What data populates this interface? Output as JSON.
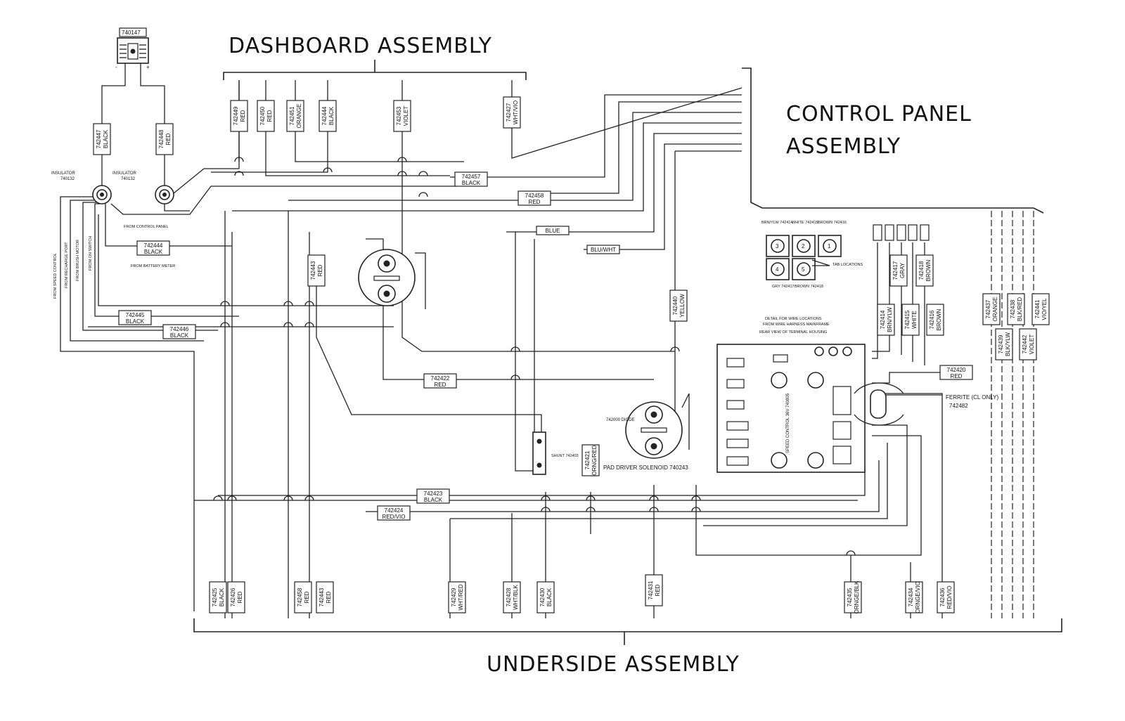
{
  "titles": {
    "dashboard": "DASHBOARD ASSEMBLY",
    "control_panel_line1": "CONTROL PANEL",
    "control_panel_line2": "ASSEMBLY",
    "underside": "UNDERSIDE ASSEMBLY"
  },
  "battery_meter": {
    "part": "740147",
    "neg": "-",
    "pos": "+"
  },
  "insulators": [
    {
      "label": "INSULATOR",
      "part": "740132"
    },
    {
      "label": "INSULATOR",
      "part": "740132"
    }
  ],
  "side_notes": [
    "FROM SPEED CONTROL",
    "FROM RECHARGE PORT",
    "FROM BRUSH MOTOR",
    "FROM ON SWITCH"
  ],
  "misc_notes": {
    "from_control_panel": "FROM CONTROL PANEL",
    "from_battery_meter": "FROM BATTERY METER",
    "diode": "742000 DIODE",
    "shunt": "SHUNT 742403",
    "solenoid": "PAD DRIVER SOLENOID 740243",
    "tab_locations": "TAB LOCATIONS",
    "detail_line1": "DETAIL FOR WIRE LOCATIONS",
    "detail_line2": "FROM WIRE HARNESS MAINFRAME",
    "detail_line3": "REAR VIEW OF TERMINAL HOUSING",
    "speed_control": "SPEED CONTROL 36V 740805"
  },
  "terminal_detail": {
    "top": [
      "BRN/YLW 742414",
      "WHITE 742415",
      "BROWN 742416"
    ],
    "bottom": [
      "GRY 742417",
      "BROWN 742418"
    ],
    "numbers": [
      "3",
      "2",
      "1",
      "4",
      "5"
    ]
  },
  "wires_vertical": [
    {
      "id": "w742447",
      "part": "742447",
      "color": "BLACK"
    },
    {
      "id": "w742448",
      "part": "742448",
      "color": "RED"
    },
    {
      "id": "w742449",
      "part": "742449",
      "color": "RED"
    },
    {
      "id": "w742450",
      "part": "742450",
      "color": "RED"
    },
    {
      "id": "w742451",
      "part": "742451",
      "color": "ORANGE"
    },
    {
      "id": "w742444",
      "part": "742444",
      "color": "BLACK"
    },
    {
      "id": "w742453",
      "part": "742453",
      "color": "VIOLET"
    },
    {
      "id": "w742427",
      "part": "742427",
      "color": "WHT/VIO"
    },
    {
      "id": "w742443a",
      "part": "742443",
      "color": "RED"
    },
    {
      "id": "w742440",
      "part": "742440",
      "color": "YELLOW"
    },
    {
      "id": "w742421",
      "part": "742421",
      "color": "ORNG/RED"
    },
    {
      "id": "w742414",
      "part": "742414",
      "color": "BRN/YLW"
    },
    {
      "id": "w742415",
      "part": "742415",
      "color": "WHITE"
    },
    {
      "id": "w742416",
      "part": "742416",
      "color": "BROWN"
    },
    {
      "id": "w742417",
      "part": "742417",
      "color": "GRAY"
    },
    {
      "id": "w742418",
      "part": "742418",
      "color": "BROWN"
    },
    {
      "id": "w742437",
      "part": "742437",
      "color": "ORANGE"
    },
    {
      "id": "w742439",
      "part": "742439",
      "color": "BLK/YLW"
    },
    {
      "id": "w742438",
      "part": "742438",
      "color": "BLK/RED"
    },
    {
      "id": "w742442",
      "part": "742442",
      "color": "VIOLET"
    },
    {
      "id": "w742441",
      "part": "742441",
      "color": "VIO/YEL"
    },
    {
      "id": "w742425",
      "part": "742425",
      "color": "BLACK"
    },
    {
      "id": "w742426",
      "part": "742426",
      "color": "RED"
    },
    {
      "id": "w742458b",
      "part": "742458",
      "color": "RED"
    },
    {
      "id": "w742443b",
      "part": "742443",
      "color": "RED"
    },
    {
      "id": "w742429",
      "part": "742429",
      "color": "WHT/RED"
    },
    {
      "id": "w742428",
      "part": "742428",
      "color": "WHT/BLK"
    },
    {
      "id": "w742430",
      "part": "742430",
      "color": "BLACK"
    },
    {
      "id": "w742431",
      "part": "742431",
      "color": "RED"
    },
    {
      "id": "w742435",
      "part": "742435",
      "color": "ORNGE/BLK"
    },
    {
      "id": "w742434",
      "part": "742434",
      "color": "ORNGE/VIO"
    },
    {
      "id": "w742436",
      "part": "742436",
      "color": "RED/VIO"
    }
  ],
  "wires_horizontal": [
    {
      "id": "h742457",
      "part": "742457",
      "color": "BLACK"
    },
    {
      "id": "h742458",
      "part": "742458",
      "color": "RED"
    },
    {
      "id": "h742444",
      "part": "742444",
      "color": "BLACK"
    },
    {
      "id": "h742445",
      "part": "742445",
      "color": "BLACK"
    },
    {
      "id": "h742446",
      "part": "742446",
      "color": "BLACK"
    },
    {
      "id": "h742422",
      "part": "742422",
      "color": "RED"
    },
    {
      "id": "h742423",
      "part": "742423",
      "color": "BLACK"
    },
    {
      "id": "h742424",
      "part": "742424",
      "color": "RED/VIO"
    },
    {
      "id": "h742420",
      "part": "742420",
      "color": "RED"
    },
    {
      "id": "hblue",
      "part": "",
      "color": "BLUE"
    },
    {
      "id": "hbluwht",
      "part": "",
      "color": "BLU/WHT"
    },
    {
      "id": "hferrite",
      "part": "742482",
      "color": "FERRITE (CL ONLY)"
    }
  ]
}
